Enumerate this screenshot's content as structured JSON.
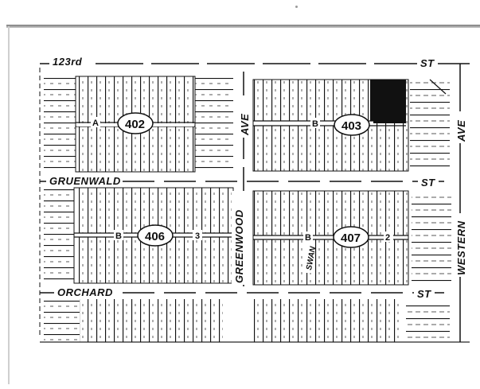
{
  "document": {
    "type": "scanned plat / tax map",
    "colors": {
      "ink": "#111111",
      "paper": "#ffffff",
      "scan_edge": "#8a8a8a"
    }
  },
  "streets": {
    "north": {
      "name": "123rd",
      "suffix": "ST"
    },
    "middle_ew": {
      "name": "GRUENWALD",
      "suffix": "ST"
    },
    "south": {
      "name": "ORCHARD",
      "suffix": "ST"
    },
    "middle_ns": {
      "name": "GREENWOOD",
      "suffix": "AVE"
    },
    "east": {
      "name": "WESTERN",
      "suffix": "AVE"
    },
    "alley": {
      "name": "SWAN"
    }
  },
  "blocks": [
    {
      "number": "402",
      "subdivision_letter": "A",
      "position": "northwest"
    },
    {
      "number": "403",
      "subdivision_letter": "B",
      "position": "northeast"
    },
    {
      "number": "406",
      "subdivision_letter": "B",
      "extra_label": "3",
      "position": "southwest"
    },
    {
      "number": "407",
      "subdivision_letter": "B",
      "extra_label": "2",
      "position": "southeast"
    }
  ]
}
